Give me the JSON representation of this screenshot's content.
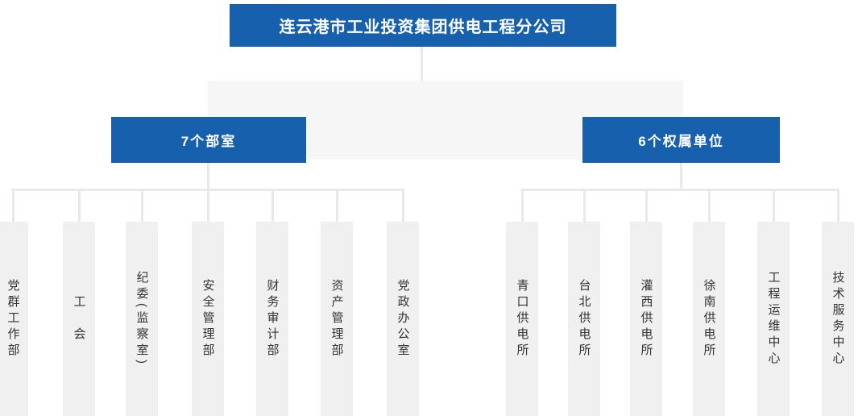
{
  "title": "连云港市工业投资集团供电工程分公司",
  "groups": [
    {
      "label": "7个部室",
      "children": [
        "党群工作部",
        "工　会",
        "纪委(监察室)",
        "安全管理部",
        "财务审计部",
        "资产管理部",
        "党政办公室"
      ]
    },
    {
      "label": "6个权属单位",
      "children": [
        "青口供电所",
        "台北供电所",
        "灌西供电所",
        "徐南供电所",
        "工程运维中心",
        "技术服务中心"
      ]
    }
  ],
  "colors": {
    "primary_blue": "#1660ae",
    "column_gray": "#f0f0f0",
    "band_gray": "#f6f6f6",
    "connector_gray": "#e9e9e9",
    "text_dark": "#333333"
  }
}
